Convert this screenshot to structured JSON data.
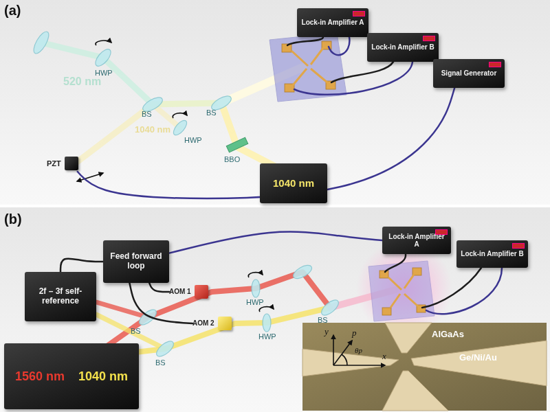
{
  "diagram": {
    "nodes": [
      {
        "text": [
          "Lock-in Amplifier A"
        ]
      },
      {
        "text": [
          "Lock-in Amplifier B"
        ]
      },
      {
        "text": [
          "Signal Generator"
        ]
      },
      {
        "text": [
          "PZT"
        ]
      },
      {
        "text": [
          "1040 nm"
        ]
      },
      {
        "text": [
          "Feed forward loop"
        ]
      },
      {
        "text": [
          "2f – 3f self-reference"
        ]
      },
      {
        "text": [
          "AOM 1"
        ]
      },
      {
        "text": [
          "Lock-in Amplifier A"
        ]
      },
      {
        "text": [
          "Lock-in Amplifier B"
        ]
      },
      {
        "text": [
          "AOM 2"
        ]
      },
      {
        "text": [
          "1560 nm",
          "1040 nm"
        ]
      }
    ],
    "edges": [
      {
        "from": 2,
        "to": 3,
        "arrow": "none"
      },
      {
        "from": 6,
        "to": 5,
        "arrow": "none"
      },
      {
        "from": 5,
        "to": 7,
        "arrow": "none"
      },
      {
        "from": 5,
        "to": 10,
        "arrow": "none"
      },
      {
        "from": 5,
        "to": 8,
        "arrow": "none"
      }
    ],
    "labels": [
      "(a)",
      "520 nm",
      "HWP",
      "1040 nm",
      "BS",
      "BS",
      "HWP",
      "BBO",
      "(b)",
      "HWP",
      "BS",
      "HWP",
      "BS",
      "BS",
      "y",
      "p",
      "θp",
      "x",
      "AlGaAs",
      "Ge/Ni/Au"
    ]
  }
}
